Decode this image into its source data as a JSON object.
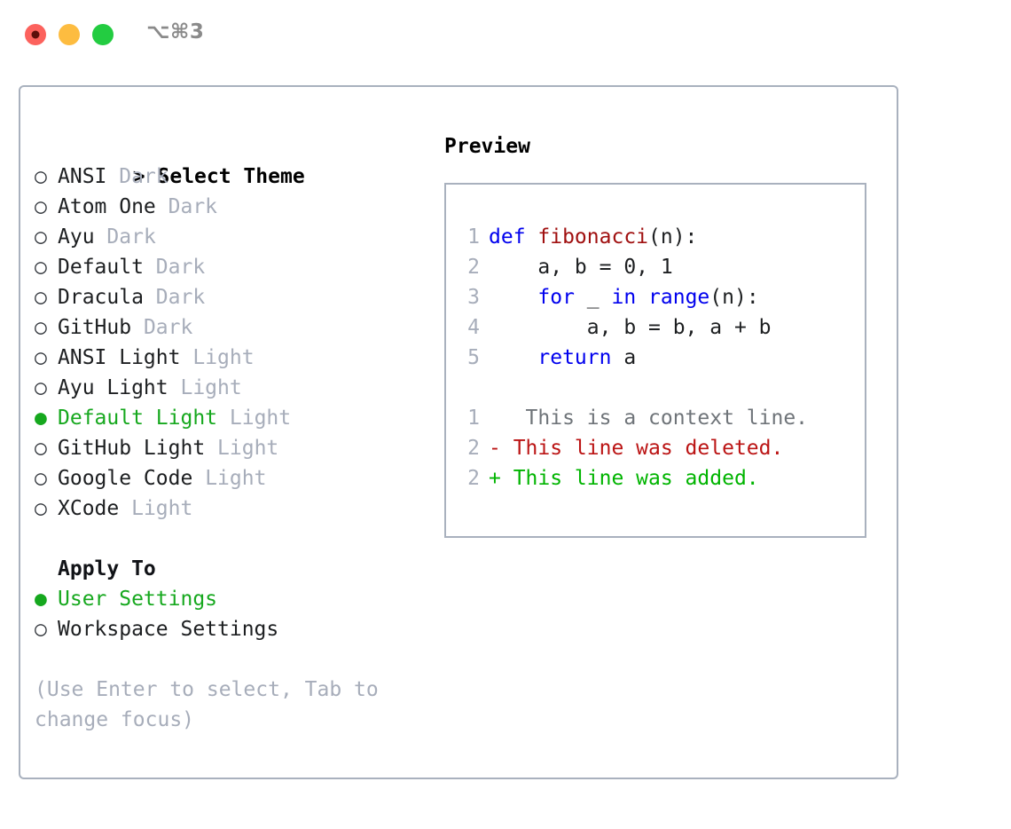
{
  "window": {
    "shortcut_label": "⌥⌘3",
    "traffic_lights": [
      "close-button",
      "minimize-button",
      "maximize-button"
    ]
  },
  "colors": {
    "accent_green": "#16a81e",
    "muted_gray": "#a7adba",
    "border": "#a9b1be",
    "keyword_blue": "#0000ee",
    "function_red": "#a01010",
    "diff_added": "#00b400",
    "diff_deleted": "#bb1414",
    "traffic_close": "#fc625d",
    "traffic_min": "#fdbc40",
    "traffic_max": "#23cc41"
  },
  "theme_picker": {
    "heading_prefix": ">",
    "heading": "Select Theme",
    "marker_unselected": "○",
    "marker_selected": "●",
    "items": [
      {
        "name": "ANSI",
        "tag": "Dark",
        "selected": false
      },
      {
        "name": "Atom One",
        "tag": "Dark",
        "selected": false
      },
      {
        "name": "Ayu",
        "tag": "Dark",
        "selected": false
      },
      {
        "name": "Default",
        "tag": "Dark",
        "selected": false
      },
      {
        "name": "Dracula",
        "tag": "Dark",
        "selected": false
      },
      {
        "name": "GitHub",
        "tag": "Dark",
        "selected": false
      },
      {
        "name": "ANSI Light",
        "tag": "Light",
        "selected": false
      },
      {
        "name": "Ayu Light",
        "tag": "Light",
        "selected": false
      },
      {
        "name": "Default Light",
        "tag": "Light",
        "selected": true
      },
      {
        "name": "GitHub Light",
        "tag": "Light",
        "selected": false
      },
      {
        "name": "Google Code",
        "tag": "Light",
        "selected": false
      },
      {
        "name": "XCode",
        "tag": "Light",
        "selected": false
      }
    ]
  },
  "apply_to": {
    "heading": "Apply To",
    "marker_unselected": "○",
    "marker_selected": "●",
    "options": [
      {
        "label": "User Settings",
        "selected": true
      },
      {
        "label": "Workspace Settings",
        "selected": false
      }
    ]
  },
  "hint": "(Use Enter to select, Tab to change focus)",
  "preview": {
    "heading": "Preview",
    "code_lines": [
      {
        "number": "1",
        "tokens": [
          {
            "t": "def ",
            "k": "kw"
          },
          {
            "t": "fibonacci",
            "k": "fn"
          },
          {
            "t": "(n):",
            "k": "plain"
          }
        ]
      },
      {
        "number": "2",
        "tokens": [
          {
            "t": "    a, b = 0, 1",
            "k": "plain"
          }
        ]
      },
      {
        "number": "3",
        "tokens": [
          {
            "t": "    ",
            "k": "plain"
          },
          {
            "t": "for ",
            "k": "kw"
          },
          {
            "t": "_ ",
            "k": "plain"
          },
          {
            "t": "in ",
            "k": "kw"
          },
          {
            "t": "range",
            "k": "kw"
          },
          {
            "t": "(n):",
            "k": "plain"
          }
        ]
      },
      {
        "number": "4",
        "tokens": [
          {
            "t": "        a, b = b, a + b",
            "k": "plain"
          }
        ]
      },
      {
        "number": "5",
        "tokens": [
          {
            "t": "    ",
            "k": "plain"
          },
          {
            "t": "return ",
            "k": "kw"
          },
          {
            "t": "a",
            "k": "plain"
          }
        ]
      }
    ],
    "diff_lines": [
      {
        "number": "1",
        "marker": " ",
        "text": "  This is a context line.",
        "kind": "ctx"
      },
      {
        "number": "2",
        "marker": "-",
        "text": " This line was deleted.",
        "kind": "del"
      },
      {
        "number": "2",
        "marker": "+",
        "text": " This line was added.",
        "kind": "add"
      }
    ]
  }
}
